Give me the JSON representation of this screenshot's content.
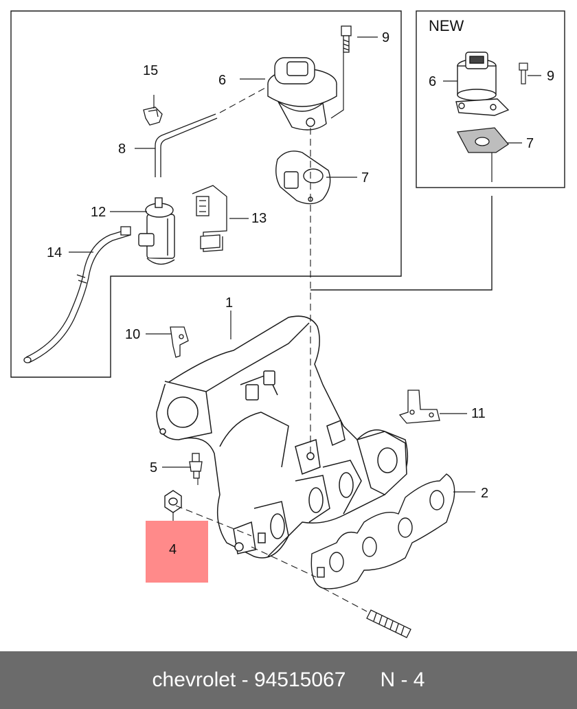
{
  "diagram": {
    "new_label": "NEW",
    "callouts": {
      "c1": "1",
      "c2": "2",
      "c4": "4",
      "c5": "5",
      "c6": "6",
      "c6n": "6",
      "c7": "7",
      "c7n": "7",
      "c8": "8",
      "c9": "9",
      "c9n": "9",
      "c10": "10",
      "c11": "11",
      "c12": "12",
      "c13": "13",
      "c14": "14",
      "c15": "15"
    },
    "highlight_color": "#ff8a8a",
    "line_color": "#1a1a1a"
  },
  "footer": {
    "brand": "chevrolet",
    "separator": " - ",
    "part_number": "94515067",
    "position_label": "N - 4",
    "background": "#6b6b6b"
  }
}
